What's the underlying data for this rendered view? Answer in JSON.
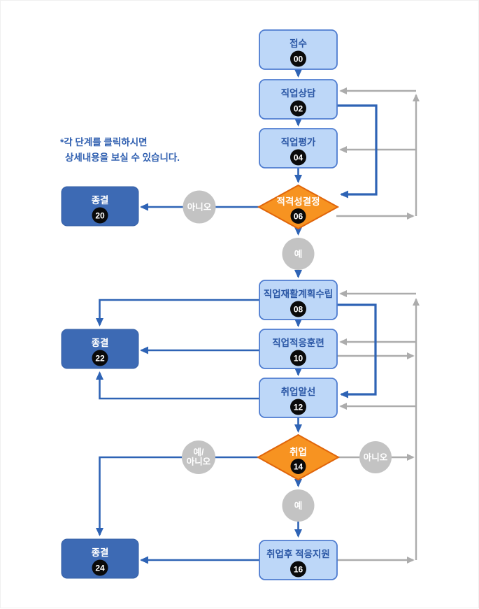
{
  "note": {
    "line1": "*각 단계를 클릭하시면",
    "line2": "상세내용을 보실 수 있습니다."
  },
  "nodes": {
    "reception": {
      "label": "접수",
      "code": "00"
    },
    "counseling": {
      "label": "직업상담",
      "code": "02"
    },
    "evaluation": {
      "label": "직업평가",
      "code": "04"
    },
    "eligibility": {
      "label": "적격성결정",
      "code": "06"
    },
    "closure20": {
      "label": "종결",
      "code": "20"
    },
    "plan": {
      "label": "직업재활계획수립",
      "code": "08"
    },
    "training": {
      "label": "직업적응훈련",
      "code": "10"
    },
    "placement": {
      "label": "취업알선",
      "code": "12"
    },
    "closure22": {
      "label": "종결",
      "code": "22"
    },
    "employment": {
      "label": "취업",
      "code": "14"
    },
    "closure24": {
      "label": "종결",
      "code": "24"
    },
    "support": {
      "label": "취업후 적응지원",
      "code": "16"
    }
  },
  "labels": {
    "no1": "아니오",
    "yes1": "예",
    "yesno_line1": "예/",
    "yesno_line2": "아니오",
    "no2": "아니오",
    "yes2": "예"
  },
  "edges": [
    {
      "from": "reception",
      "to": "counseling",
      "type": "flow"
    },
    {
      "from": "counseling",
      "to": "evaluation",
      "type": "flow"
    },
    {
      "from": "evaluation",
      "to": "eligibility",
      "type": "flow"
    },
    {
      "from": "counseling",
      "to": "eligibility",
      "type": "loop-blue"
    },
    {
      "from": "eligibility",
      "to": "closure20",
      "type": "no",
      "label": "아니오"
    },
    {
      "from": "eligibility",
      "to": "plan",
      "type": "yes",
      "label": "예"
    },
    {
      "from": "eligibility",
      "to": "counseling",
      "type": "loop-gray"
    },
    {
      "from": "eligibility",
      "to": "evaluation",
      "type": "loop-gray"
    },
    {
      "from": "plan",
      "to": "training",
      "type": "flow"
    },
    {
      "from": "training",
      "to": "placement",
      "type": "flow"
    },
    {
      "from": "plan",
      "to": "placement",
      "type": "loop-blue"
    },
    {
      "from": "plan",
      "to": "closure22",
      "type": "no"
    },
    {
      "from": "training",
      "to": "closure22",
      "type": "no"
    },
    {
      "from": "placement",
      "to": "closure22",
      "type": "no"
    },
    {
      "from": "placement",
      "to": "employment",
      "type": "flow"
    },
    {
      "from": "employment",
      "to": "closure24",
      "type": "no",
      "label": "예/아니오"
    },
    {
      "from": "employment",
      "to": "support",
      "type": "yes",
      "label": "예"
    },
    {
      "from": "employment",
      "to": "feedback-riser",
      "type": "loop-gray",
      "label": "아니오"
    },
    {
      "from": "training",
      "to": "feedback-riser",
      "type": "loop-gray"
    },
    {
      "from": "support",
      "to": "feedback-riser",
      "type": "loop-gray"
    },
    {
      "from": "feedback-riser",
      "to": "plan",
      "type": "loop-gray"
    },
    {
      "from": "feedback-riser",
      "to": "training",
      "type": "loop-gray"
    },
    {
      "from": "feedback-riser",
      "to": "placement",
      "type": "loop-gray"
    },
    {
      "from": "support",
      "to": "closure24",
      "type": "flow"
    }
  ],
  "colors": {
    "process_box_fill": "#BDD7F8",
    "process_box_border": "#4E7CD0",
    "process_label": "#2B57A5",
    "terminal_box_fill": "#3D6AB4",
    "terminal_label": "#FFFFFF",
    "decision_fill": "#F79321",
    "decision_border": "#E0650A",
    "badge_fill": "#0A0A0A",
    "badge_text": "#FFFFFF",
    "connector_blue": "#2E63B5",
    "connector_gray": "#ACACAC",
    "label_circle_fill": "#C3C3C3",
    "note_text": "#2F5FB0"
  }
}
